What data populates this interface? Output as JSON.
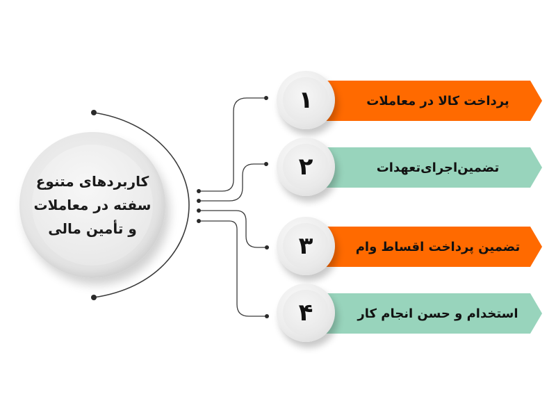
{
  "diagram": {
    "hub": {
      "title": "کاربردهای متنوع\nسفته در معاملات\nو تأمین مالی"
    },
    "items": [
      {
        "number": "۱",
        "label": "پرداخت کالا در معاملات",
        "color": "#FF6A00"
      },
      {
        "number": "۲",
        "label": "تضمین‌اجرای‌تعهدات",
        "color": "#98D4BC"
      },
      {
        "number": "۳",
        "label": "تضمین پرداخت اقساط وام",
        "color": "#FF6A00"
      },
      {
        "number": "۴",
        "label": "استخدام و حسن انجام کار",
        "color": "#98D4BC"
      }
    ],
    "colors": {
      "orange": "#FF6A00",
      "green": "#98D4BC",
      "line": "#3a3a3a",
      "circle": "#e8e8e8"
    }
  }
}
